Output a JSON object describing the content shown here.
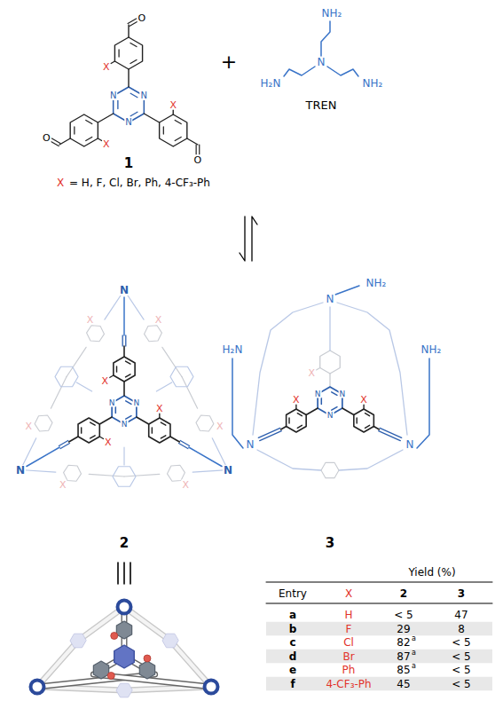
{
  "diagram": {
    "labels": [
      "X",
      "X",
      "X",
      "N",
      "N",
      "N",
      "O",
      "O",
      "O",
      "1",
      "X",
      "= H, F, Cl, Br, Ph, 4-CF₃-Ph",
      "+",
      "NH₂",
      "H₂N",
      "NH₂",
      "N",
      "TREN",
      "N",
      "N",
      "N",
      "X",
      "X",
      "X",
      "N",
      "N",
      "N",
      "X",
      "X",
      "X",
      "X",
      "X",
      "X",
      "2",
      "N",
      "N",
      "N",
      "X",
      "X",
      "X",
      "NH₂",
      "H₂N",
      "NH₂",
      "N",
      "N",
      "N",
      "3",
      "Yield (%)",
      "Entry",
      "X",
      "2",
      "3",
      "a",
      "H",
      "< 5",
      "47",
      "b",
      "F",
      "29",
      "8",
      "c",
      "Cl",
      "82",
      "a",
      "< 5",
      "d",
      "Br",
      "87",
      "a",
      "< 5",
      "e",
      "Ph",
      "85",
      "a",
      "< 5",
      "f",
      "4-CF₃-Ph",
      "45",
      "< 5"
    ]
  }
}
